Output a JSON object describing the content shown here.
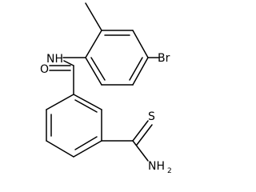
{
  "molecule": {
    "atoms": {
      "amide_nh": "NH",
      "carbonyl_o": "O",
      "bromine": "Br",
      "thio_s": "S",
      "amine_n": "NH",
      "amine_n_subscript": "2"
    }
  }
}
